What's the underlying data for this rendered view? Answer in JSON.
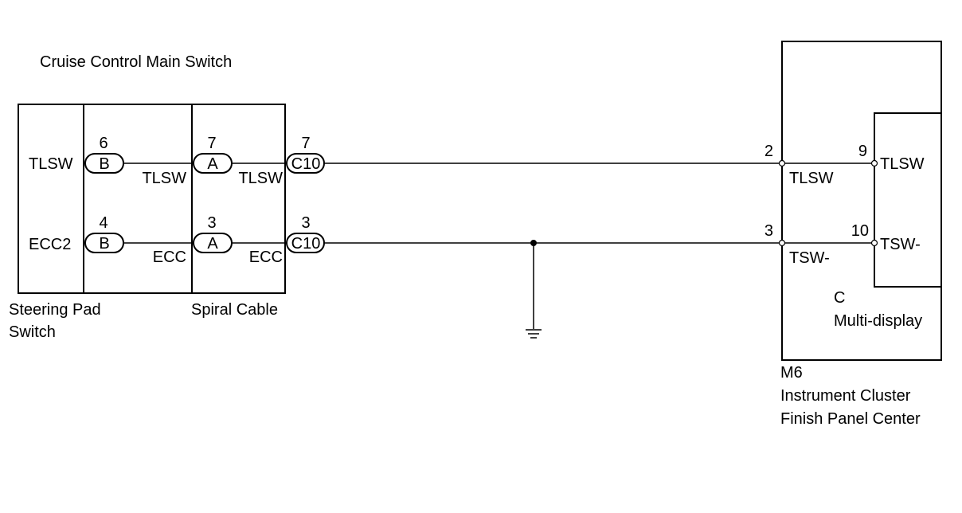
{
  "left_assembly": {
    "title": "Cruise Control Main Switch",
    "steering_pad": {
      "name_line1": "Steering Pad",
      "name_line2": "Switch",
      "term_top": "TLSW",
      "term_bottom": "ECC2"
    },
    "conn_b": {
      "letter": "B",
      "pin_top": "6",
      "pin_bottom": "4",
      "wire_top": "TLSW",
      "wire_bottom": "ECC"
    },
    "spiral_cable": {
      "name": "Spiral Cable",
      "conn_letter": "A",
      "pin_top": "7",
      "pin_bottom": "3",
      "wire_top": "TLSW",
      "wire_bottom": "ECC"
    },
    "c10": {
      "label": "C10",
      "pin_top": "7",
      "pin_bottom": "3"
    }
  },
  "right_assembly": {
    "m6": {
      "code": "M6",
      "name_line1": "Instrument Cluster",
      "name_line2": "Finish Panel Center",
      "pin_top": "2",
      "pin_bottom": "3",
      "term_top": "TLSW",
      "term_bottom": "TSW-"
    },
    "multi_display": {
      "code": "C",
      "name": "Multi-display",
      "pin_top": "9",
      "pin_bottom": "10",
      "term_top": "TLSW",
      "term_bottom": "TSW-"
    }
  }
}
